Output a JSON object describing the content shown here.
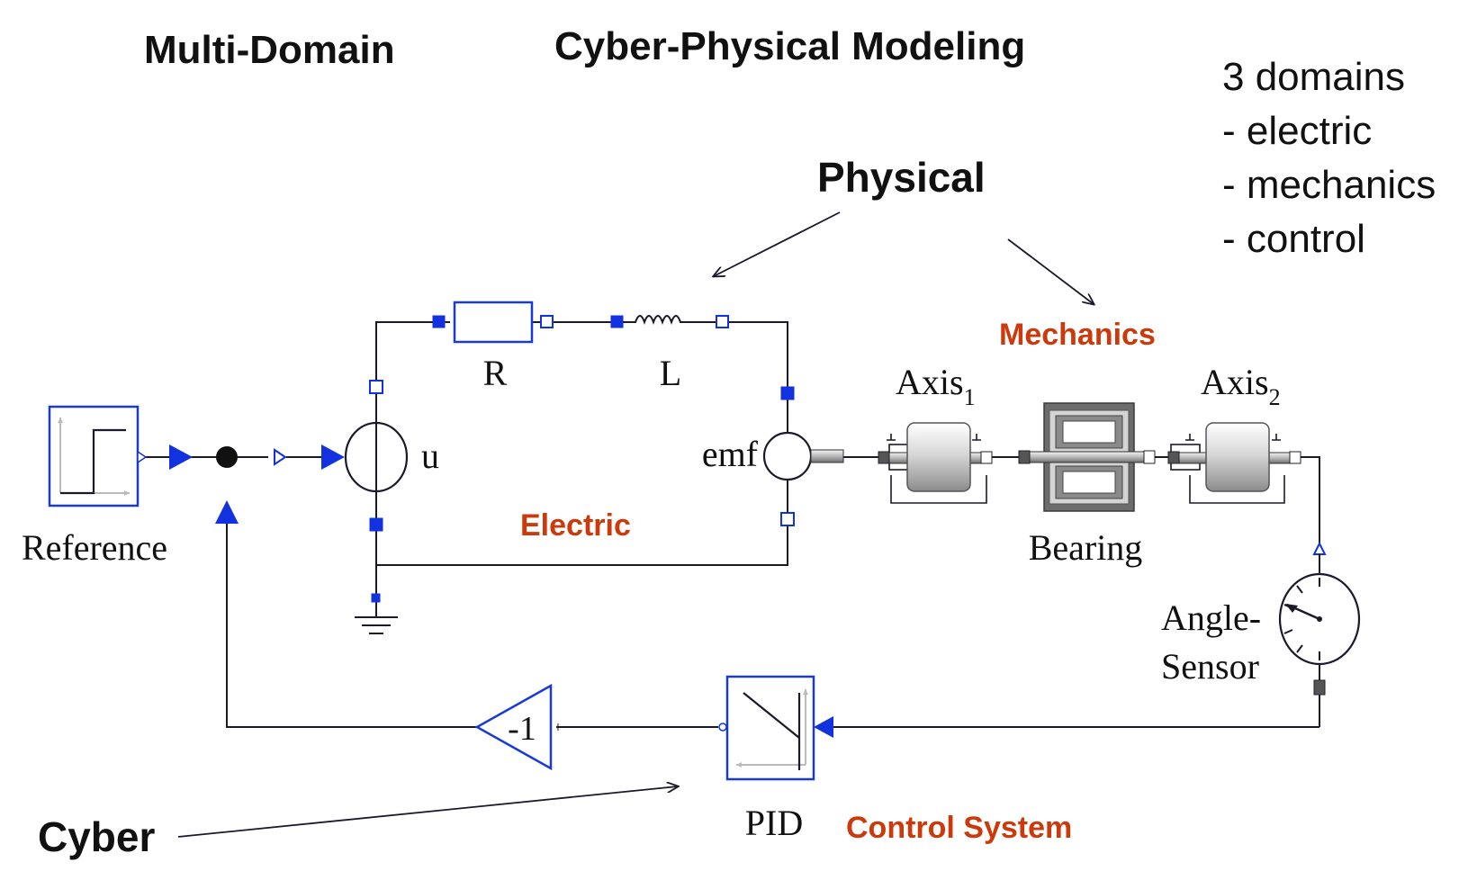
{
  "titles": {
    "left": "Multi-Domain",
    "center": "Cyber-Physical Modeling"
  },
  "domains_note": {
    "heading": "3 domains",
    "items": [
      "- electric",
      "- mechanics",
      "- control"
    ]
  },
  "callouts": {
    "physical": "Physical",
    "cyber": "Cyber"
  },
  "domain_labels": {
    "electric": "Electric",
    "mechanics": "Mechanics",
    "control_system": "Control System"
  },
  "components": {
    "reference": "Reference",
    "resistor": "R",
    "inductor": "L",
    "voltage_source": "u",
    "emf": "emf",
    "axis1_base": "Axis",
    "axis1_sub": "1",
    "axis2_base": "Axis",
    "axis2_sub": "2",
    "bearing": "Bearing",
    "angle_sensor_line1": "Angle-",
    "angle_sensor_line2": "Sensor",
    "gain": "-1",
    "pid": "PID"
  },
  "colors": {
    "domain_label": "#cc3a0c",
    "component_outline": "#1a3ad6",
    "connector": "#1232e0"
  }
}
